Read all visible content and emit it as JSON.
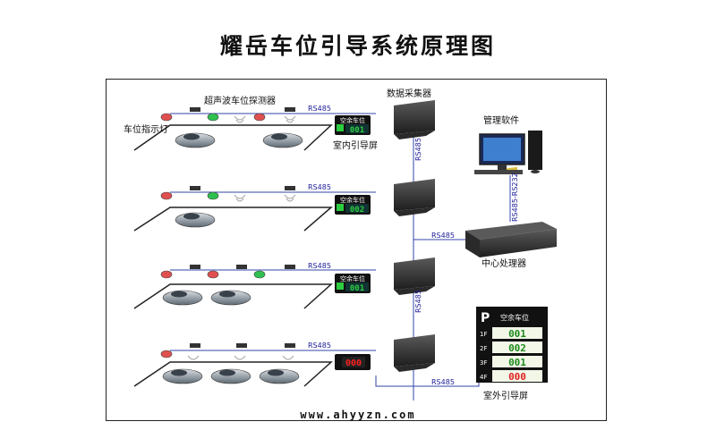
{
  "title": "耀岳车位引导系统原理图",
  "labels": {
    "detector": "超声波车位探测器",
    "indicator": "车位指示灯",
    "collector": "数据采集器",
    "indoor_screen": "室内引导屏",
    "software": "管理软件",
    "central": "中心处理器",
    "outdoor_screen": "室外引导屏",
    "rs485": "RS485",
    "rs485_232": "RS485-RS232"
  },
  "indoor_screens": [
    {
      "header": "空余车位",
      "value": "001",
      "color": "#2ecc40"
    },
    {
      "header": "空余车位",
      "value": "002",
      "color": "#2ecc40"
    },
    {
      "header": "空余车位",
      "value": "001",
      "color": "#2ecc40"
    },
    {
      "header": "",
      "value": "000",
      "color": "#ff2020"
    }
  ],
  "outdoor_screen": {
    "p": "P",
    "header": "空余车位",
    "rows": [
      {
        "floor": "1F",
        "value": "001",
        "color": "#1c8a1c"
      },
      {
        "floor": "2F",
        "value": "002",
        "color": "#1c8a1c"
      },
      {
        "floor": "3F",
        "value": "001",
        "color": "#1c8a1c"
      },
      {
        "floor": "4F",
        "value": "000",
        "color": "#e02020"
      }
    ]
  },
  "website": "www.ahyyzn.com"
}
